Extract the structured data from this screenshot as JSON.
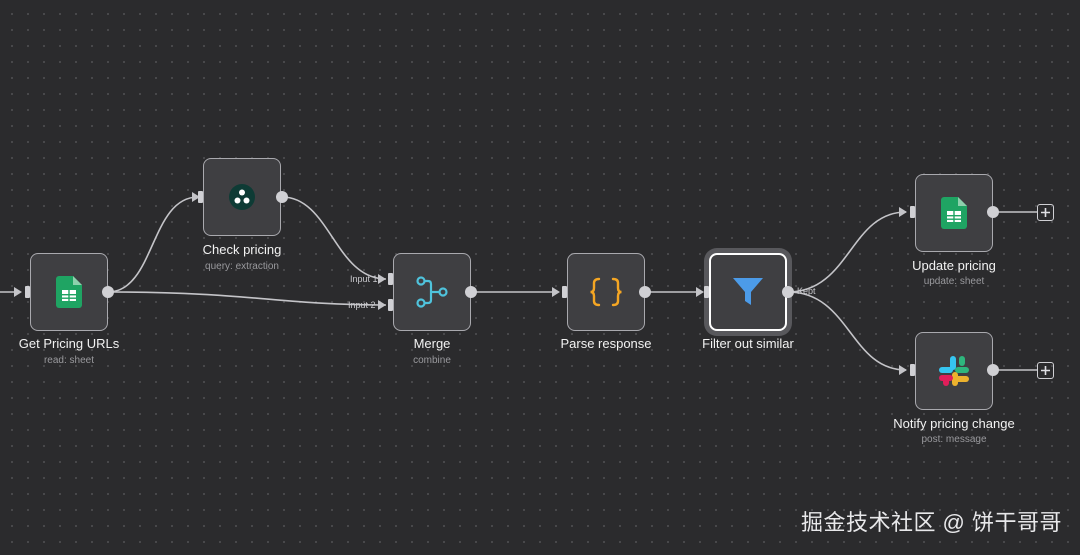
{
  "nodes": {
    "get_pricing_urls": {
      "title": "Get Pricing URLs",
      "subtitle": "read: sheet",
      "icon": "google-sheets-icon"
    },
    "check_pricing": {
      "title": "Check pricing",
      "subtitle": "query: extraction",
      "icon": "extraction-api-icon"
    },
    "merge": {
      "title": "Merge",
      "subtitle": "combine",
      "icon": "merge-icon",
      "input1": "Input 1",
      "input2": "Input 2"
    },
    "parse_response": {
      "title": "Parse response",
      "icon": "code-braces-icon"
    },
    "filter_out_similar": {
      "title": "Filter out similar",
      "icon": "funnel-icon",
      "output_label": "Kept"
    },
    "update_pricing": {
      "title": "Update pricing",
      "subtitle": "update: sheet",
      "icon": "google-sheets-icon"
    },
    "notify_pricing_change": {
      "title": "Notify pricing change",
      "subtitle": "post: message",
      "icon": "slack-icon"
    }
  },
  "watermark": "掘金技术社区 @ 饼干哥哥",
  "colors": {
    "canvas_bg": "#2b2b2d",
    "node_bg": "#3f3f42",
    "sheets_green": "#1fa463",
    "merge_teal": "#4fc3dc",
    "braces_orange": "#f5a623",
    "funnel_blue": "#4c9be8"
  }
}
